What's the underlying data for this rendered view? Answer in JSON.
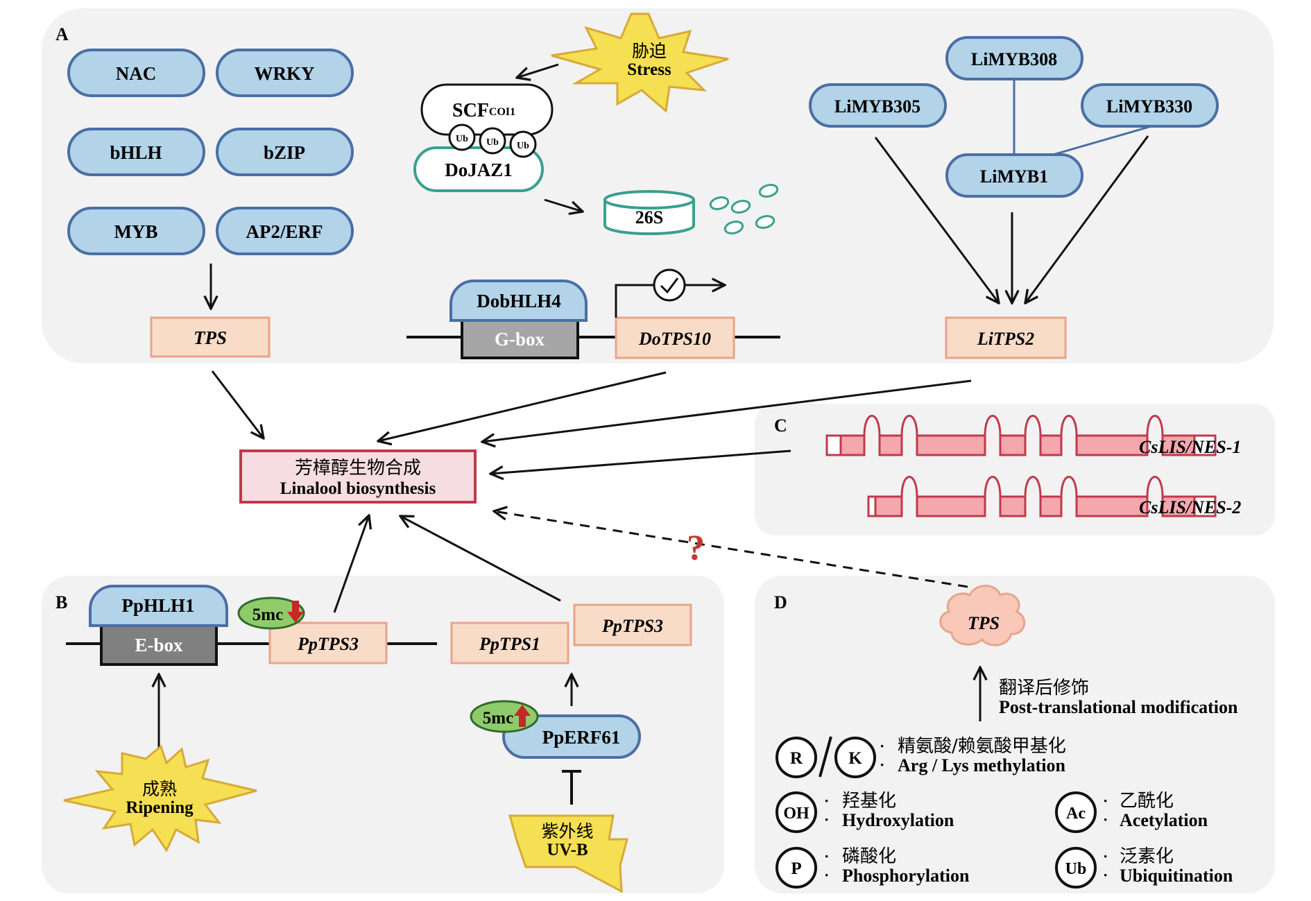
{
  "panels": {
    "a": "A",
    "b": "B",
    "c": "C",
    "d": "D"
  },
  "panel_a": {
    "tf_families": [
      "NAC",
      "WRKY",
      "bHLH",
      "bZIP",
      "MYB",
      "AP2/ERF"
    ],
    "tps": "TPS",
    "stress_cn": "胁迫",
    "stress_en": "Stress",
    "scf": "SCF",
    "scf_sup": "COI1",
    "ub": "Ub",
    "dojaz1": "DoJAZ1",
    "proteasome": "26S",
    "dobhlh4": "DobHLH4",
    "gbox": "G-box",
    "dotps10": "DoTPS10",
    "myb_nodes": [
      "LiMYB308",
      "LiMYB305",
      "LiMYB330",
      "LiMYB1"
    ],
    "litps2": "LiTPS2"
  },
  "center": {
    "cn": "芳樟醇生物合成",
    "en": "Linalool biosynthesis"
  },
  "panel_c": {
    "genes": [
      "CsLIS/NES-1",
      "CsLIS/NES-2"
    ]
  },
  "question_mark": "?",
  "panel_b": {
    "pphlh1": "PpHLH1",
    "ebox": "E-box",
    "mark_5mc": "5mc",
    "pptps3_left": "PpTPS3",
    "pptps1": "PpTPS1",
    "pptps3_right": "PpTPS3",
    "pperf61": "PpERF61",
    "ripening_cn": "成熟",
    "ripening_en": "Ripening",
    "uvb_cn": "紫外线",
    "uvb_en": "UV-B"
  },
  "panel_d": {
    "tps": "TPS",
    "ptm_cn": "翻译后修饰",
    "ptm_en": "Post-translational modification",
    "mods": [
      {
        "symbol": "R",
        "symbol2": "K",
        "cn": "精氨酸/赖氨酸甲基化",
        "en": "Arg / Lys methylation"
      },
      {
        "symbol": "OH",
        "cn": "羟基化",
        "en": "Hydroxylation"
      },
      {
        "symbol": "Ac",
        "cn": "乙酰化",
        "en": "Acetylation"
      },
      {
        "symbol": "P",
        "cn": "磷酸化",
        "en": "Phosphorylation"
      },
      {
        "symbol": "Ub",
        "cn": "泛素化",
        "en": "Ubiquitination"
      }
    ]
  },
  "colors": {
    "blue_fill": "#b2d3e8",
    "blue_stroke": "#4a6fa5",
    "pink_fill": "#f9dcc8",
    "pink_stroke": "#e8a48a",
    "red_fill": "#f6dde2",
    "red_stroke": "#c0394a",
    "teal": "#3aa08e",
    "yellow": "#f5df52",
    "green": "#8fcb6b",
    "panel_bg": "#f2f2f2"
  }
}
